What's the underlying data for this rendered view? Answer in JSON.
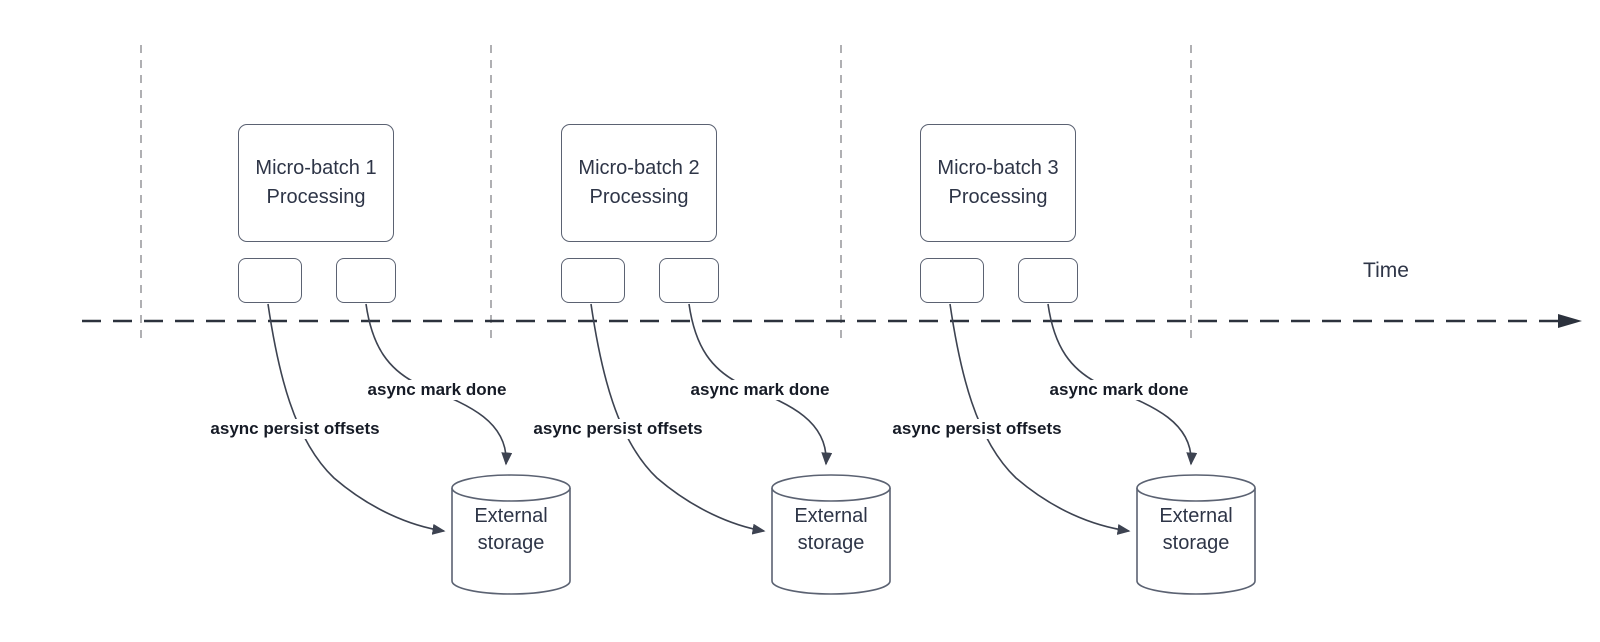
{
  "diagram": {
    "time_label": "Time",
    "sections": [
      {
        "title": "Micro-batch 1 Processing",
        "persist_label": "async persist offsets",
        "mark_done_label": "async mark done",
        "storage_label": "External storage"
      },
      {
        "title": "Micro-batch 2 Processing",
        "persist_label": "async persist offsets",
        "mark_done_label": "async mark done",
        "storage_label": "External storage"
      },
      {
        "title": "Micro-batch 3 Processing",
        "persist_label": "async persist offsets",
        "mark_done_label": "async mark done",
        "storage_label": "External storage"
      }
    ],
    "colors": {
      "timeline": "#2c323d",
      "grid_line": "#a7a7ab",
      "shape_border": "#5b6272",
      "shape_text": "#2e3547",
      "arrow": "#3d4351",
      "label_text": "#161b26"
    }
  }
}
